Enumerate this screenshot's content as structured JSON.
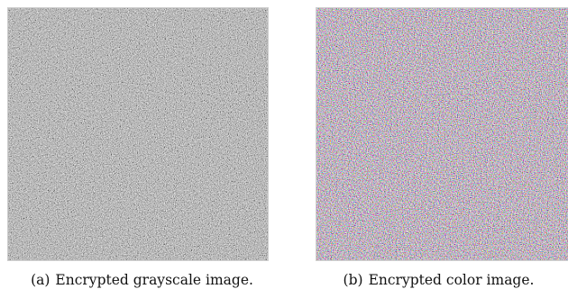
{
  "figure": {
    "panels": [
      {
        "label": "(a)",
        "caption": "Encrypted grayscale image.",
        "image_kind": "grayscale-noise",
        "base_color": "#808080"
      },
      {
        "label": "(b)",
        "caption": "Encrypted color image.",
        "image_kind": "color-noise",
        "base_color": "#8a7f8a"
      }
    ]
  }
}
